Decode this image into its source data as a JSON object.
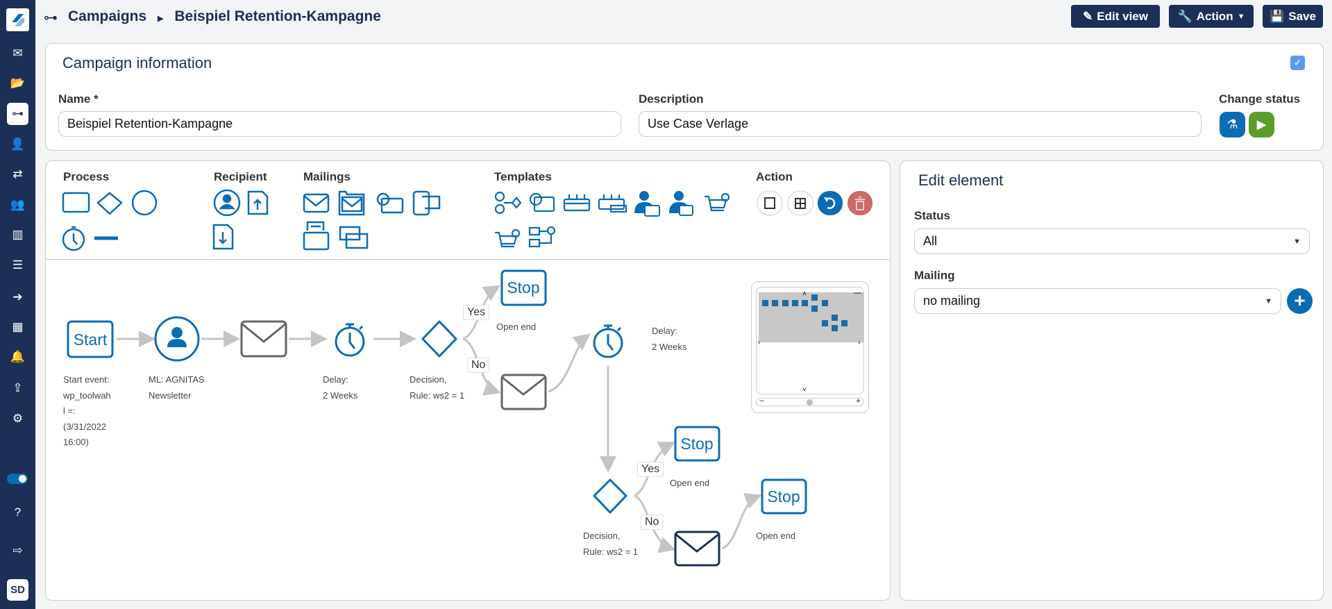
{
  "sidebar": {
    "items": [
      "mail",
      "folder",
      "campaigns",
      "recipient",
      "exchange",
      "groups",
      "statistics",
      "lists",
      "forward",
      "grid",
      "notifications",
      "upload",
      "settings",
      "toggle",
      "help",
      "logout"
    ],
    "avatar": "SD"
  },
  "header": {
    "section": "Campaigns",
    "title": "Beispiel Retention-Kampagne",
    "edit_view": "Edit view",
    "action": "Action",
    "save": "Save"
  },
  "campaign_info": {
    "title": "Campaign information",
    "name_label": "Name *",
    "name_value": "Beispiel Retention-Kampagne",
    "description_label": "Description",
    "description_value": "Use Case Verlage",
    "change_status_label": "Change status"
  },
  "toolbar": {
    "process": "Process",
    "recipient": "Recipient",
    "mailings": "Mailings",
    "templates": "Templates",
    "action": "Action"
  },
  "diagram": {
    "start": "Start",
    "stop": "Stop",
    "start_label": [
      "Start event:",
      "wp_toolwah",
      "l =:",
      "(3/31/2022",
      "16:00)"
    ],
    "ml_label": [
      "ML: AGNITAS",
      "Newsletter"
    ],
    "delay_label": [
      "Delay:",
      "2 Weeks"
    ],
    "decision_label": [
      "Decision,",
      "Rule: ws2 = 1"
    ],
    "open_end": "Open end",
    "yes": "Yes",
    "no": "No"
  },
  "edit_element": {
    "title": "Edit element",
    "status_label": "Status",
    "status_value": "All",
    "mailing_label": "Mailing",
    "mailing_value": "no mailing"
  },
  "colors": {
    "navy": "#1b2f57",
    "blue": "#0a6cb3",
    "green": "#5c9d2a",
    "red": "#c96b6b",
    "edge": "#c4c4c4"
  }
}
